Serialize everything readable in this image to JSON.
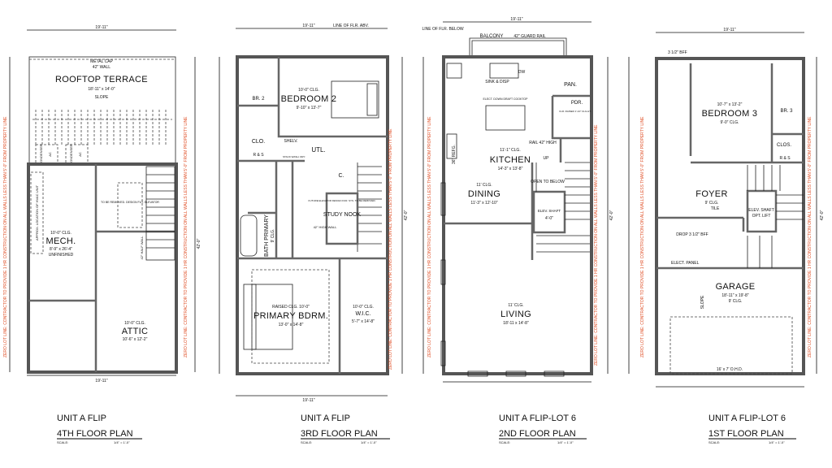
{
  "sheet": {
    "overall_width": "19'-11\"",
    "overall_depth": "42'-0\"",
    "zero_lot_note": "ZERO LOT LINE: CONTRACTOR TO PROVIDE 1 HR CONSTRUCTION ON ALL WALLS LESS THAN 5'-0\" FROM PROPERTY LINE",
    "colors": {
      "line": "#222222",
      "wall": "#555555",
      "note": "#e0522a"
    }
  },
  "plans": [
    {
      "unit": "UNIT A FLIP",
      "title": "4TH FLOOR PLAN",
      "scale_label": "SCALE:",
      "scale": "1/4\" = 1'-0\"",
      "rooms": [
        {
          "name": "ROOFTOP TERRACE",
          "size": "18'-11\" x 14'-0\"",
          "note": "SLOPE"
        },
        {
          "name": "MECH.",
          "ceiling": "10'-0\" CLG.",
          "size": "8'-9\" x 26'-4\"",
          "note": "UNFINISHED"
        },
        {
          "name": "ATTIC",
          "ceiling": "10'-0\" CLG.",
          "size": "10'-6\" x 12'-2\""
        }
      ],
      "labels": {
        "metal_cap": "METAL CAP",
        "wall": "42\" WALL",
        "hvac": "APPROX. LOCATION OF HVAC UNIT",
        "condenser": "CONDENSER",
        "ac": "AC",
        "elevator": "TO BE REMOVED. DESIGN FUT. ELEVATOR",
        "half_wall": "42\" HALF WALL"
      }
    },
    {
      "unit": "UNIT A FLIP",
      "title": "3RD FLOOR PLAN",
      "scale_label": "SCALE:",
      "scale": "1/4\" = 1'-0\"",
      "rooms": [
        {
          "name": "BEDROOM 2",
          "ceiling": "10'-0\" CLG.",
          "size": "9'-10\" x 13'-7\""
        },
        {
          "name": "PRIMARY BDRM.",
          "ceiling": "RAISED CLG. 10'-0\"",
          "size": "13'-0\" x 14'-8\""
        },
        {
          "name": "W.I.C.",
          "ceiling": "10'-0\" CLG.",
          "size": "5'-7\" x 14'-8\""
        },
        {
          "name": "STUDY NOOK",
          "note": "FUTURE ELEVATOR DESIGN FUR. SYS. TO BE REMOVED."
        },
        {
          "name": "BATH PRIMARY",
          "ceiling": "9' CLG."
        },
        {
          "name": "BR. 2"
        },
        {
          "name": "CLO."
        },
        {
          "name": "UTL."
        },
        {
          "name": "C."
        }
      ],
      "labels": {
        "line_flr_above": "LINE OF FLR. ABV.",
        "shelv": "SHELV.",
        "rs": "R & S",
        "half_wall": "42\" HIGH WALL",
        "stack": "STACK WASH. DRY."
      }
    },
    {
      "unit": "UNIT A FLIP-LOT 6",
      "title": "2ND FLOOR PLAN",
      "scale_label": "SCALE:",
      "scale": "1/4\" = 1'-0\"",
      "rooms": [
        {
          "name": "KITCHEN",
          "ceiling": "11'-1\" CLG.",
          "size": "14'-3\" x 13'-8\""
        },
        {
          "name": "DINING",
          "ceiling": "11' CLG.",
          "size": "11'-3\" x 12'-10\""
        },
        {
          "name": "LIVING",
          "ceiling": "11' CLG.",
          "size": "18'-11 x 14'-8\""
        },
        {
          "name": "PAN."
        },
        {
          "name": "PDR.",
          "note": "FLR. RAISED 1'-10\" CLG.HT."
        },
        {
          "name": "ELEV. SHAFT",
          "size": "4'-0\""
        }
      ],
      "labels": {
        "balcony": "BALCONY",
        "guard_rail": "42\" GUARD RAIL",
        "line_flr_below": "LINE OF FLR. BELOW",
        "rail": "RAIL 42\" HIGH",
        "open_below": "OPEN TO BELOW",
        "sink_disp": "SINK & DISP",
        "dw": "DW",
        "cooktop": "ELECT. DOWN DRAFT COOKTOP",
        "up": "UP",
        "refrig": "36\" REFG."
      }
    },
    {
      "unit": "UNIT A FLIP-LOT 6",
      "title": "1ST FLOOR PLAN",
      "scale_label": "SCALE:",
      "scale": "1/4\" = 1'-0\"",
      "rooms": [
        {
          "name": "BEDROOM 3",
          "ceiling": "9'-0\" CLG.",
          "size": "10'-7\" x 13'-2\""
        },
        {
          "name": "FOYER",
          "ceiling": "9' CLG.",
          "note": "TILE"
        },
        {
          "name": "GARAGE",
          "ceiling": "9' CLG.",
          "size": "18'-11\" x 19'-8\""
        },
        {
          "name": "ELEV. SHAFT",
          "note": "OPT. LIFT"
        },
        {
          "name": "BR. 3"
        },
        {
          "name": "CLOS."
        }
      ],
      "labels": {
        "garage_door": "16' x 7' O.H.D.",
        "elect_panel": "ELECT. PANEL",
        "slope": "SLOPE",
        "rs": "R & S",
        "drop": "DROP 3 1/2\" BFF",
        "bff": "3 1/2\" BFF"
      }
    }
  ]
}
